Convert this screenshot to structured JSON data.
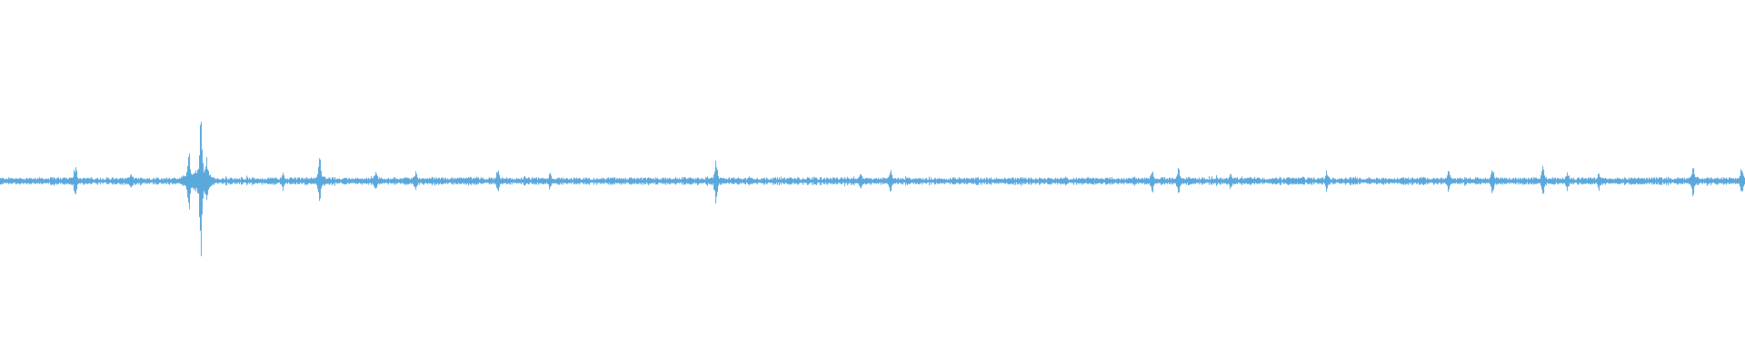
{
  "waveform": {
    "color": "#5ba8dd",
    "background": "#ffffff",
    "baseline_amplitude": 0.018,
    "noise_amplitude": 0.018,
    "bursts": [
      {
        "t": 0.043,
        "amp": 0.13
      },
      {
        "t": 0.075,
        "amp": 0.06
      },
      {
        "t": 0.108,
        "amp": 0.22
      },
      {
        "t": 0.115,
        "amp": 0.52
      },
      {
        "t": 0.118,
        "amp": 0.18
      },
      {
        "t": 0.162,
        "amp": 0.06
      },
      {
        "t": 0.183,
        "amp": 0.18
      },
      {
        "t": 0.215,
        "amp": 0.08
      },
      {
        "t": 0.238,
        "amp": 0.07
      },
      {
        "t": 0.285,
        "amp": 0.08
      },
      {
        "t": 0.315,
        "amp": 0.07
      },
      {
        "t": 0.41,
        "amp": 0.17
      },
      {
        "t": 0.493,
        "amp": 0.08
      },
      {
        "t": 0.51,
        "amp": 0.09
      },
      {
        "t": 0.66,
        "amp": 0.1
      },
      {
        "t": 0.675,
        "amp": 0.09
      },
      {
        "t": 0.705,
        "amp": 0.07
      },
      {
        "t": 0.76,
        "amp": 0.08
      },
      {
        "t": 0.83,
        "amp": 0.08
      },
      {
        "t": 0.855,
        "amp": 0.1
      },
      {
        "t": 0.884,
        "amp": 0.1
      },
      {
        "t": 0.898,
        "amp": 0.08
      },
      {
        "t": 0.916,
        "amp": 0.07
      },
      {
        "t": 0.97,
        "amp": 0.12
      },
      {
        "t": 0.998,
        "amp": 0.11
      }
    ]
  }
}
